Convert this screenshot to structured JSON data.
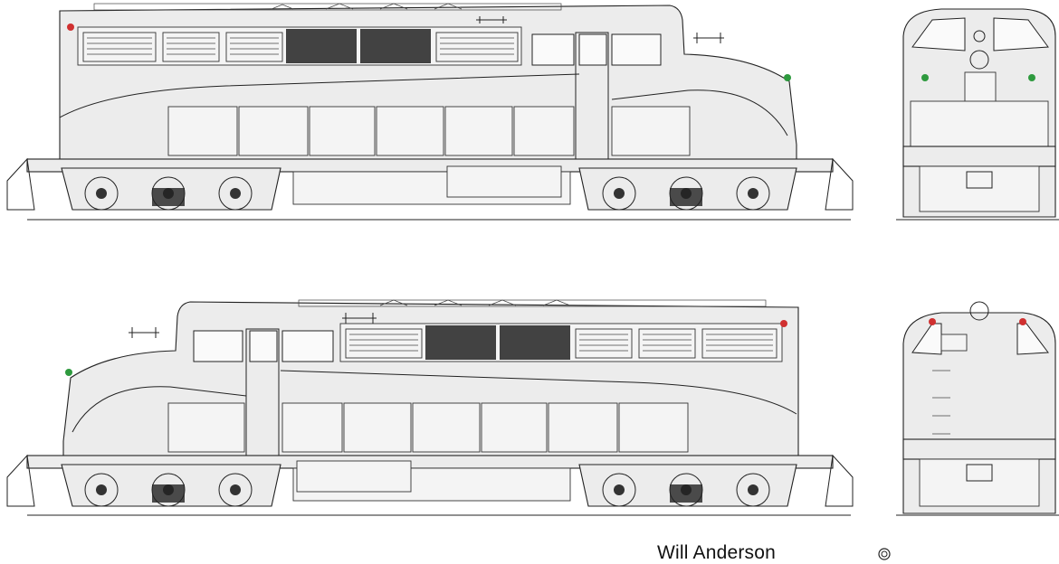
{
  "drawing": {
    "credit": "Will Anderson",
    "views": [
      {
        "id": "side-view-top"
      },
      {
        "id": "end-view-top"
      },
      {
        "id": "side-view-bottom"
      },
      {
        "id": "end-view-bottom"
      }
    ],
    "colors": {
      "line": "#222222",
      "body": "#ececec",
      "marker_red": "#d03030",
      "marker_green": "#2e9a3e"
    }
  }
}
